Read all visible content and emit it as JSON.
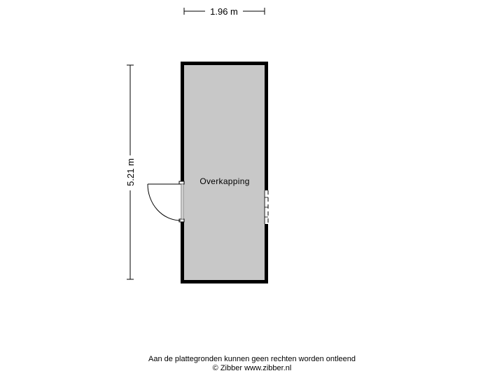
{
  "dimensions": {
    "width_label": "1.96 m",
    "height_label": "5.21 m"
  },
  "room": {
    "name": "Overkapping"
  },
  "colors": {
    "wall": "#000000",
    "floor": "#c8c8c8",
    "door_panel": "#dcdcdc"
  },
  "footer": {
    "disclaimer": "Aan de plattegronden kunnen geen rechten worden ontleend",
    "copyright": "© Zibber www.zibber.nl"
  }
}
